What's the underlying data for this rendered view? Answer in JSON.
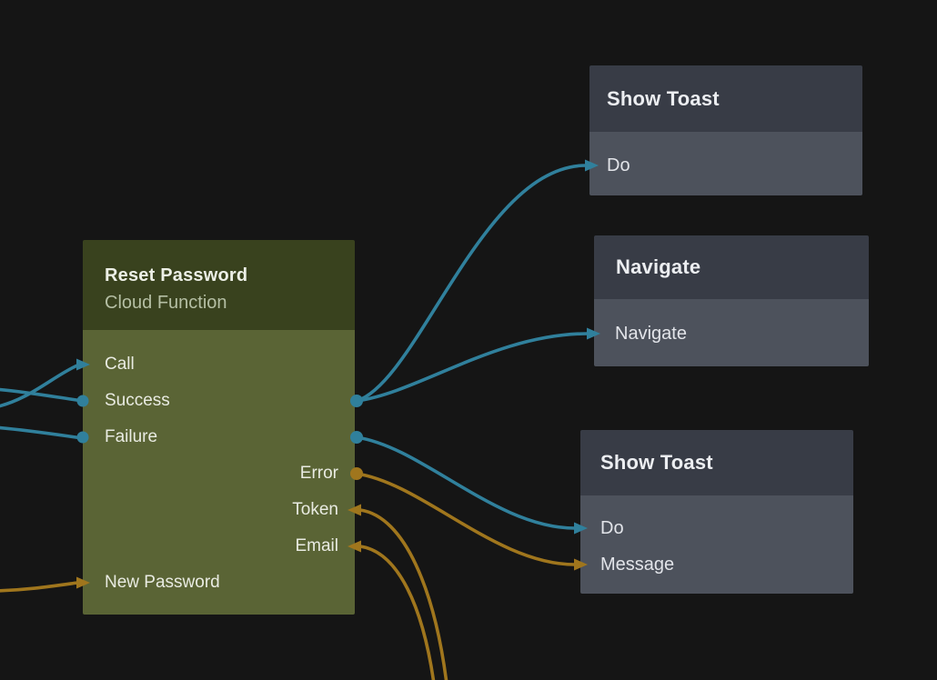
{
  "colors": {
    "bg": "#151515",
    "exec": "#30809c",
    "data": "#a0761d",
    "function_header": "#39421e",
    "function_body": "#5a6435",
    "action_header": "#383c46",
    "action_body": "#4d525c"
  },
  "nodes": [
    {
      "id": "reset-password",
      "title": "Reset Password",
      "subtitle": "Cloud Function",
      "kind": "cloud-function",
      "ports": [
        {
          "label": "Call",
          "kind": "exec",
          "direction": "in",
          "side": "left"
        },
        {
          "label": "Success",
          "kind": "exec",
          "direction": "out",
          "side": "both"
        },
        {
          "label": "Failure",
          "kind": "exec",
          "direction": "out",
          "side": "both"
        },
        {
          "label": "Error",
          "kind": "data",
          "direction": "out",
          "side": "right"
        },
        {
          "label": "Token",
          "kind": "data",
          "direction": "in",
          "side": "right"
        },
        {
          "label": "Email",
          "kind": "data",
          "direction": "in",
          "side": "right"
        },
        {
          "label": "New Password",
          "kind": "data",
          "direction": "in",
          "side": "left"
        }
      ]
    },
    {
      "id": "show-toast-top",
      "title": "Show Toast",
      "kind": "action",
      "ports": [
        {
          "label": "Do",
          "kind": "exec",
          "direction": "in",
          "side": "left"
        }
      ]
    },
    {
      "id": "navigate",
      "title": "Navigate",
      "kind": "action",
      "ports": [
        {
          "label": "Navigate",
          "kind": "exec",
          "direction": "in",
          "side": "left"
        }
      ]
    },
    {
      "id": "show-toast-bottom",
      "title": "Show Toast",
      "kind": "action",
      "ports": [
        {
          "label": "Do",
          "kind": "exec",
          "direction": "in",
          "side": "left"
        },
        {
          "label": "Message",
          "kind": "data",
          "direction": "in",
          "side": "left"
        }
      ]
    }
  ],
  "connections": [
    {
      "from": "offscreen-left",
      "to": "reset-password.Call",
      "type": "exec"
    },
    {
      "from": "offscreen-left",
      "to": "reset-password.Success",
      "type": "exec"
    },
    {
      "from": "offscreen-left",
      "to": "reset-password.Failure",
      "type": "exec"
    },
    {
      "from": "offscreen-left",
      "to": "reset-password.New Password",
      "type": "data"
    },
    {
      "from": "reset-password.Success",
      "to": "show-toast-top.Do",
      "type": "exec"
    },
    {
      "from": "reset-password.Success",
      "to": "navigate.Navigate",
      "type": "exec"
    },
    {
      "from": "reset-password.Failure",
      "to": "show-toast-bottom.Do",
      "type": "exec"
    },
    {
      "from": "reset-password.Error",
      "to": "show-toast-bottom.Message",
      "type": "data"
    },
    {
      "from": "offscreen-bottom",
      "to": "reset-password.Token",
      "type": "data"
    },
    {
      "from": "offscreen-bottom",
      "to": "reset-password.Email",
      "type": "data"
    }
  ]
}
